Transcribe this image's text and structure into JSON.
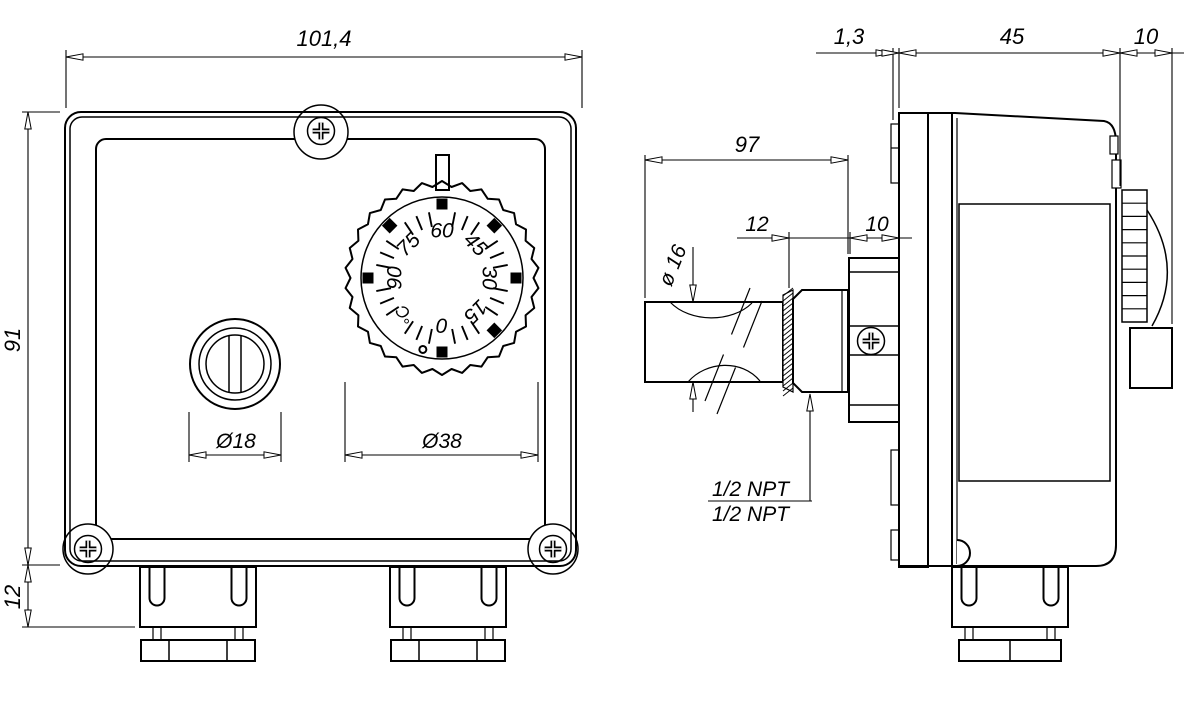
{
  "drawing_background": "#ffffff",
  "line_color": "#000000",
  "front_view": {
    "dim_width": "101,4",
    "dim_height": "91",
    "dim_gland_height": "12",
    "dim_knob_diameter": "Ø18",
    "dim_dial_diameter": "Ø38",
    "dial": {
      "labels": [
        {
          "text": "60",
          "angle": 0
        },
        {
          "text": "45",
          "angle": 45
        },
        {
          "text": "30",
          "angle": 90
        },
        {
          "text": "15",
          "angle": 135
        },
        {
          "text": "0",
          "angle": 180
        },
        {
          "text": "°C",
          "angle": 225
        },
        {
          "text": "90",
          "angle": 270
        },
        {
          "text": "75",
          "angle": 315
        }
      ],
      "square_marker_angles": [
        0,
        90,
        180,
        270
      ],
      "diamond_marker_angles": [
        45,
        135,
        315
      ],
      "dot_marker_angle": 195
    }
  },
  "side_view": {
    "dim_plate_thickness": "1,3",
    "dim_body_depth": "45",
    "dim_knob_depth": "10",
    "dim_probe_length": "97",
    "dim_thread_length": "12",
    "dim_boss_width": "10",
    "dim_probe_diameter": "ø 16",
    "thread_callout_line1": "1/2 NPT",
    "thread_callout_line2": "1/2 NPT"
  }
}
